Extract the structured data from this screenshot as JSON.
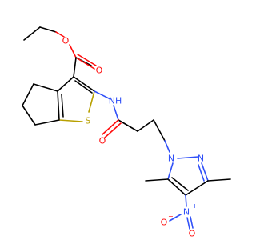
{
  "atoms": {
    "ester_o_single": "O",
    "ester_o_double": "O",
    "amide_nh": "NH",
    "thiophene_s": "S",
    "amide_o": "O",
    "pyrazole_n1": "N",
    "pyrazole_n2": "N",
    "nitro_n": "N",
    "nitro_n_charge": "+",
    "nitro_o_minus": "O",
    "nitro_o_minus_charge": "−",
    "nitro_o_double": "O"
  },
  "colors": {
    "carbon": "#000000",
    "oxygen": "#ff0d0d",
    "nitrogen": "#3050f8",
    "sulfur": "#b8a000"
  }
}
